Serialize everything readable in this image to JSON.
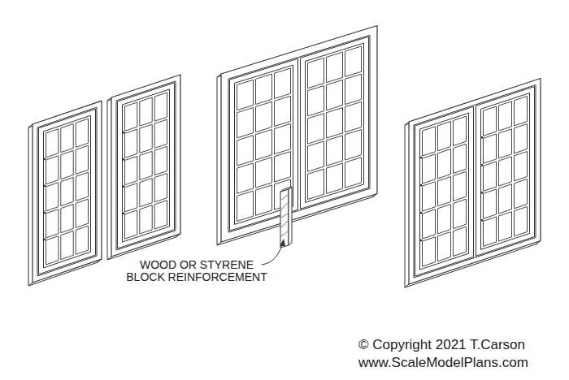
{
  "diagram": {
    "labels": [
      "WOOD OR STYRENE BLOCK REINFORCEMENT",
      "© Copyright 2021 T.Carson",
      "www.ScaleModelPlans.com"
    ]
  }
}
